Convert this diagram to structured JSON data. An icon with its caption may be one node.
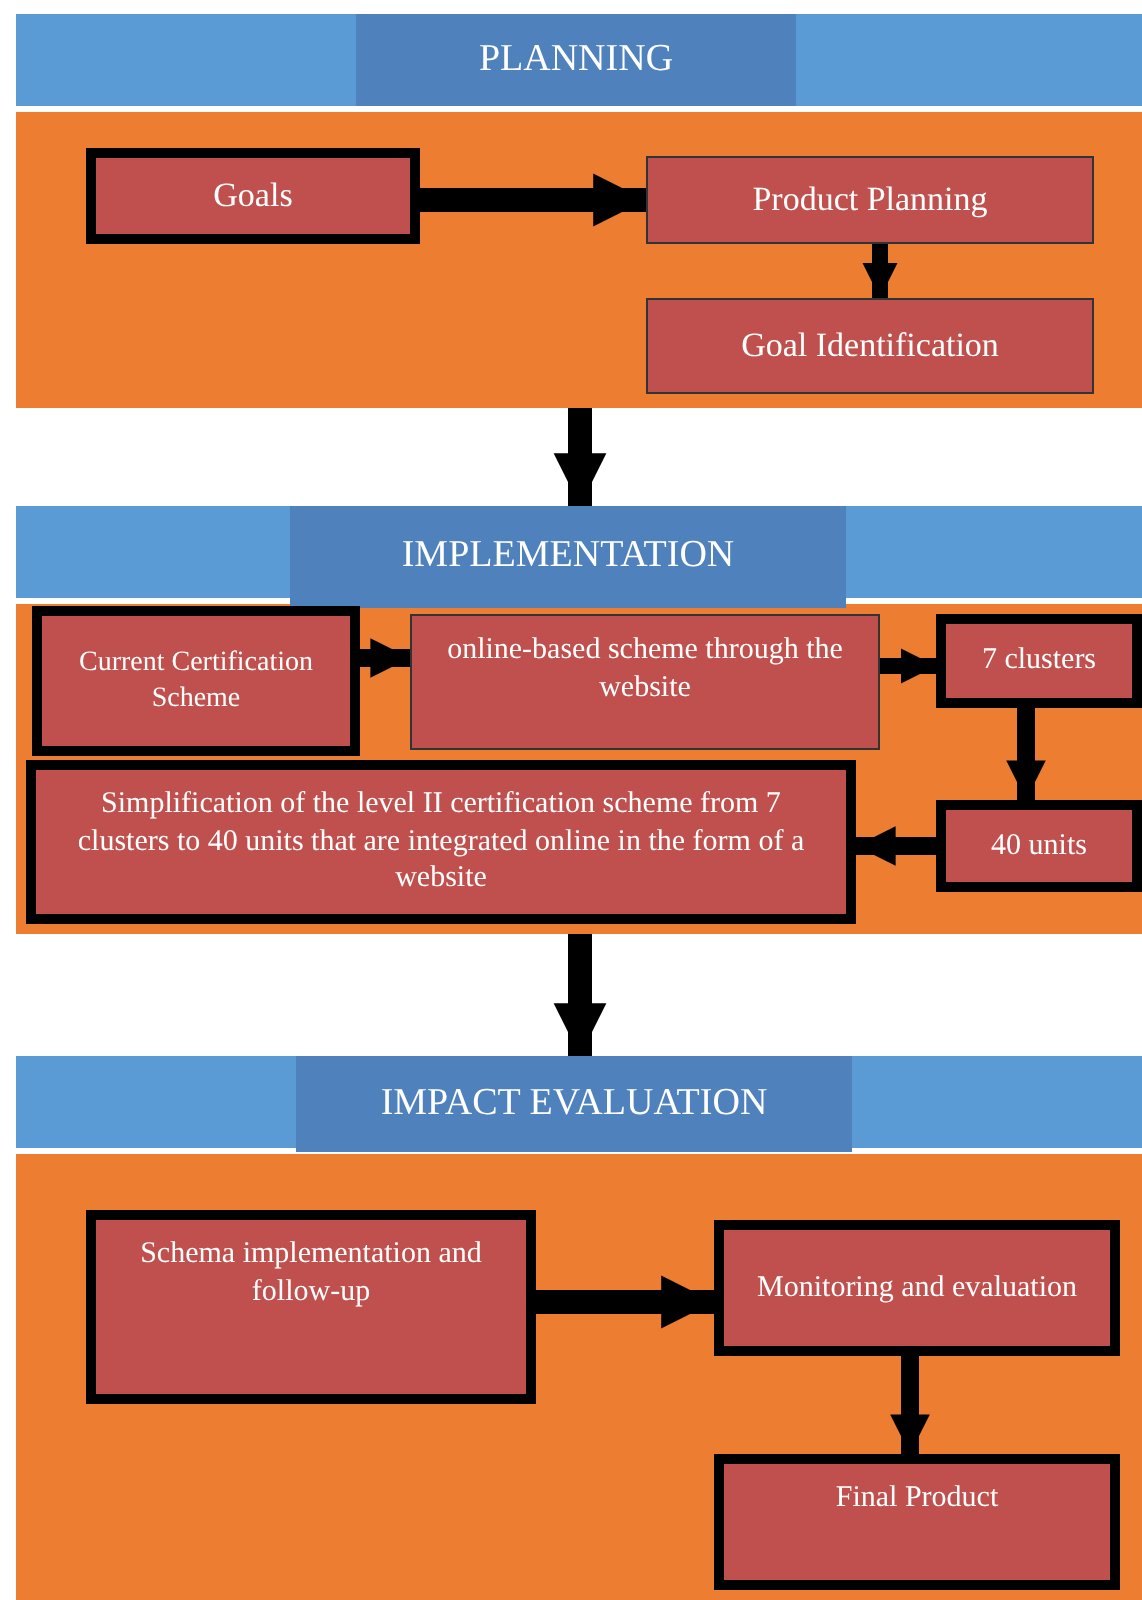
{
  "diagram": {
    "nodes": [
      {
        "text": [
          "PLANNING"
        ]
      },
      {
        "text": [
          "Goals"
        ],
        "in": 0
      },
      {
        "text": [
          "Product Planning"
        ],
        "in": 0
      },
      {
        "text": [
          "Goal Identification"
        ],
        "in": 0
      },
      {
        "text": [
          "IMPLEMENTATION"
        ]
      },
      {
        "text": [
          "Current Certification Scheme"
        ],
        "in": 4
      },
      {
        "text": [
          "online-based scheme through the website"
        ],
        "in": 4
      },
      {
        "text": [
          "7 clusters"
        ],
        "in": 4
      },
      {
        "text": [
          "Simplification of the level II certification scheme from 7 clusters to 40 units that are integrated online in the form of a website"
        ],
        "in": 4
      },
      {
        "text": [
          "40 units"
        ],
        "in": 4
      },
      {
        "text": [
          "IMPACT EVALUATION"
        ]
      },
      {
        "text": [
          "Schema implementation and follow-up"
        ],
        "in": 10
      },
      {
        "text": [
          "Monitoring and evaluation"
        ],
        "in": 10
      },
      {
        "text": [
          "Final Product"
        ],
        "in": 10
      }
    ],
    "edges": [
      {
        "from": 1,
        "to": 2,
        "arrow": "to"
      },
      {
        "from": 2,
        "to": 3,
        "arrow": "to"
      },
      {
        "from": 0,
        "to": 4,
        "arrow": "to"
      },
      {
        "from": 5,
        "to": 6,
        "arrow": "to"
      },
      {
        "from": 6,
        "to": 7,
        "arrow": "to"
      },
      {
        "from": 7,
        "to": 9,
        "arrow": "to"
      },
      {
        "from": 9,
        "to": 8,
        "arrow": "to"
      },
      {
        "from": 4,
        "to": 10,
        "arrow": "to"
      },
      {
        "from": 11,
        "to": 12,
        "arrow": "to"
      },
      {
        "from": 12,
        "to": 13,
        "arrow": "to"
      }
    ]
  }
}
